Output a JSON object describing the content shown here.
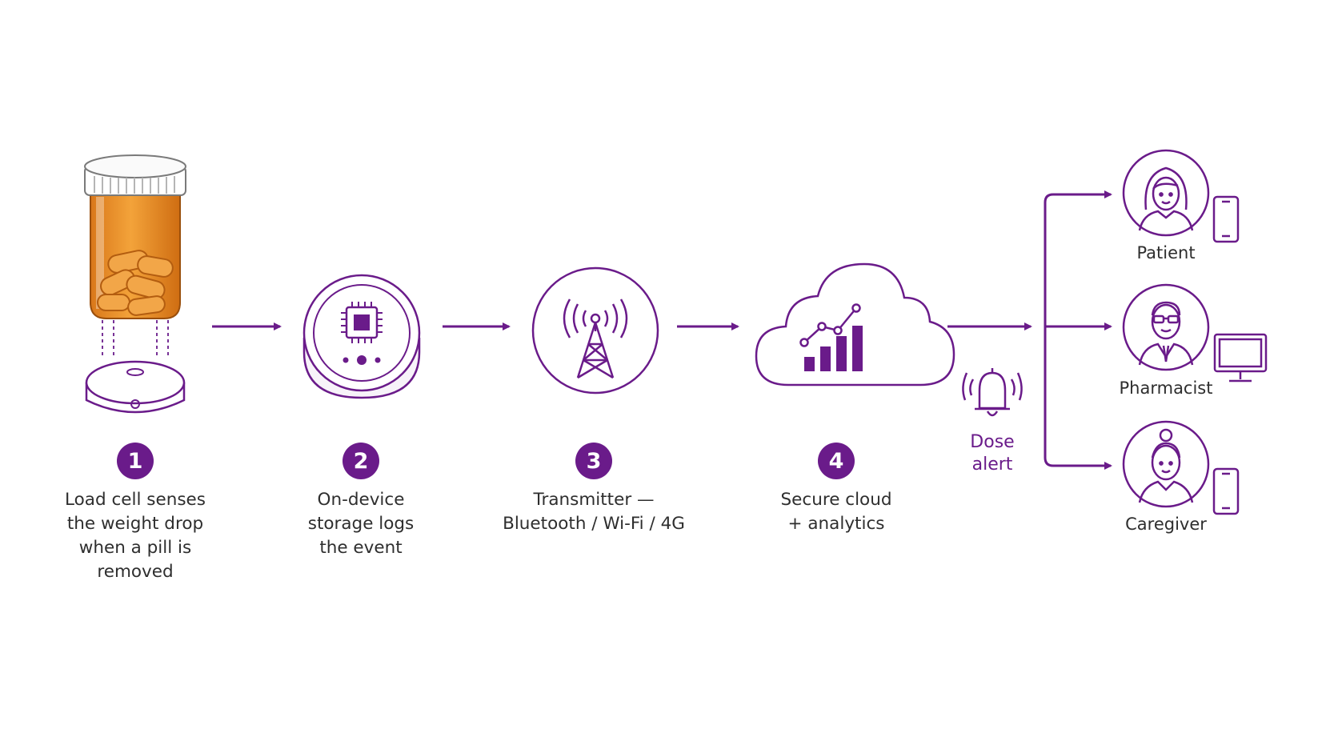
{
  "colors": {
    "accent": "#6a1b8a",
    "amber": "#e8901f",
    "text": "#2e2e2e"
  },
  "steps": [
    {
      "number": "1",
      "icon": "pill-bottle-load-cell-icon",
      "lines": [
        "Load cell senses",
        "the weight drop",
        "when a pill is",
        "removed"
      ]
    },
    {
      "number": "2",
      "icon": "chip-storage-device-icon",
      "lines": [
        "On-device",
        "storage logs",
        "the event"
      ]
    },
    {
      "number": "3",
      "icon": "transmitter-tower-icon",
      "lines": [
        "Transmitter —",
        "Bluetooth / Wi-Fi / 4G"
      ]
    },
    {
      "number": "4",
      "icon": "cloud-analytics-icon",
      "lines": [
        "Secure cloud",
        "+ analytics"
      ]
    }
  ],
  "alert": {
    "icon": "bell-icon",
    "lines": [
      "Dose",
      "alert"
    ]
  },
  "recipients": [
    {
      "label": "Patient",
      "icon": "patient-avatar-icon",
      "device": "smartphone-icon"
    },
    {
      "label": "Pharmacist",
      "icon": "pharmacist-avatar-icon",
      "device": "desktop-monitor-icon"
    },
    {
      "label": "Caregiver",
      "icon": "caregiver-avatar-icon",
      "device": "smartphone-icon"
    }
  ]
}
